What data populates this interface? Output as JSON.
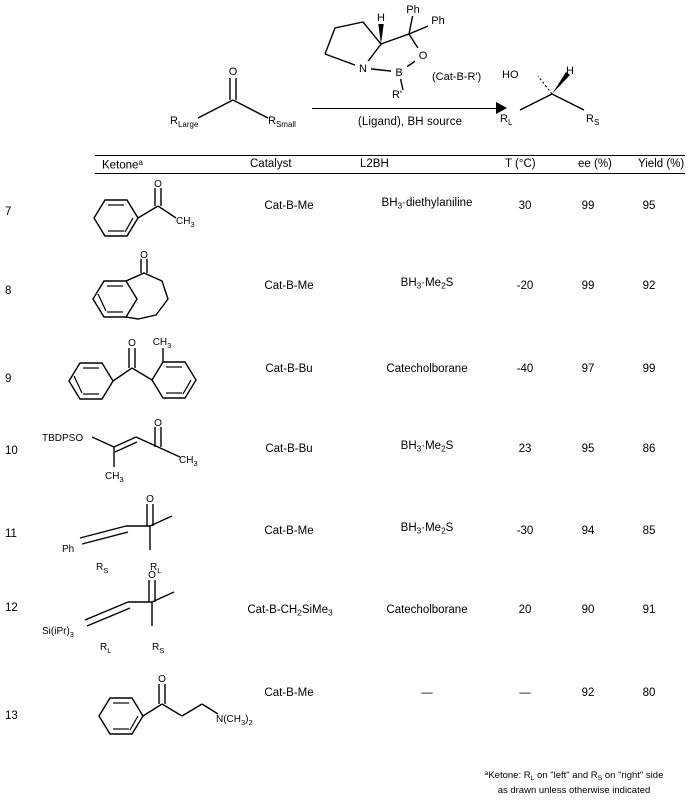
{
  "scheme": {
    "substrate": {
      "carbonyl_o": "O",
      "r_left": "R",
      "r_left_sub": "Large",
      "r_right": "R",
      "r_right_sub": "Small"
    },
    "catalyst": {
      "label": "(Cat-B-R')",
      "atoms": {
        "h": "H",
        "ph1": "Ph",
        "ph2": "Ph",
        "o": "O",
        "n": "N",
        "b": "B",
        "r": "R'"
      }
    },
    "arrow_label": "(Ligand), BH source",
    "product": {
      "ho": "HO",
      "h": "H",
      "r_large": "R",
      "r_large_sub": "L",
      "r_small": "R",
      "r_small_sub": "S"
    }
  },
  "table": {
    "headers": {
      "ketone": "Ketone",
      "ketone_note": "a",
      "catalyst": "Catalyst",
      "l2bh": "L2BH",
      "temperature": "T (°C)",
      "ee": "ee (%)",
      "yield": "Yield (%)"
    },
    "rows": [
      {
        "number": "7",
        "structure": "acetophenone",
        "labels": {
          "o": "O",
          "ch3": "CH",
          "ch3_sub": "3"
        },
        "catalyst": "Cat-B-Me",
        "l2bh": "BH3·diethylaniline",
        "l2bh_parts": {
          "pre": "BH",
          "sub": "3",
          "post": "·diethylaniline"
        },
        "temperature": "30",
        "ee": "99",
        "yield": "95"
      },
      {
        "number": "8",
        "structure": "benzosuberone",
        "labels": {
          "o": "O"
        },
        "catalyst": "Cat-B-Me",
        "l2bh": "BH3·Me2S",
        "l2bh_parts": {
          "pre": "BH",
          "sub": "3",
          "mid": "·Me",
          "sub2": "2",
          "post": "S"
        },
        "temperature": "-20",
        "ee": "99",
        "yield": "92"
      },
      {
        "number": "9",
        "structure": "2-methylbenzophenone",
        "labels": {
          "o": "O",
          "ch3": "CH",
          "ch3_sub": "3"
        },
        "catalyst": "Cat-B-Bu",
        "l2bh": "Catecholborane",
        "temperature": "-40",
        "ee": "97",
        "yield": "99"
      },
      {
        "number": "10",
        "structure": "tbdpso-enone",
        "labels": {
          "o": "O",
          "tbdpso": "TBDPSO",
          "ch3a": "CH",
          "ch3a_sub": "3",
          "ch3b": "CH",
          "ch3b_sub": "3"
        },
        "catalyst": "Cat-B-Bu",
        "l2bh": "BH3·Me2S",
        "l2bh_parts": {
          "pre": "BH",
          "sub": "3",
          "mid": "·Me",
          "sub2": "2",
          "post": "S"
        },
        "temperature": "23",
        "ee": "95",
        "yield": "86"
      },
      {
        "number": "11",
        "structure": "phenyl-alkynyl-ketone",
        "labels": {
          "o": "O",
          "ph": "Ph",
          "rs": "R",
          "rs_sub": "S",
          "rl": "R",
          "rl_sub": "L"
        },
        "catalyst": "Cat-B-Me",
        "l2bh": "BH3·Me2S",
        "l2bh_parts": {
          "pre": "BH",
          "sub": "3",
          "mid": "·Me",
          "sub2": "2",
          "post": "S"
        },
        "temperature": "-30",
        "ee": "94",
        "yield": "85"
      },
      {
        "number": "12",
        "structure": "silyl-alkynyl-ketone",
        "labels": {
          "o": "O",
          "silyl": "Si(iPr)",
          "silyl_sub": "3",
          "rl": "R",
          "rl_sub": "L",
          "rs": "R",
          "rs_sub": "S"
        },
        "catalyst": "Cat-B-CH2SiMe3",
        "catalyst_parts": {
          "pre": "Cat-B-CH",
          "sub": "2",
          "mid": "SiMe",
          "sub2": "3"
        },
        "l2bh": "Catecholborane",
        "temperature": "20",
        "ee": "90",
        "yield": "91"
      },
      {
        "number": "13",
        "structure": "amino-ketone",
        "labels": {
          "o": "O",
          "amine": "N(CH",
          "amine_sub": "3",
          "amine_post": ")",
          "amine_sub2": "2"
        },
        "catalyst": "Cat-B-Me",
        "l2bh": "—",
        "temperature": "—",
        "ee": "92",
        "yield": "80"
      }
    ]
  },
  "footnote": {
    "marker": "a",
    "text": "Ketone: RL on \"left\" and RS on \"right\" side as drawn unless otherwise indicated.",
    "line1_pre": "Ketone: R",
    "line1_sub1": "L",
    "line1_mid": " on \"left\" and R",
    "line1_sub2": "S",
    "line1_post": " on \"right\" side",
    "line2": "as drawn unless otherwise indicated"
  },
  "colors": {
    "ink": "#000000",
    "paper": "#ffffff"
  }
}
